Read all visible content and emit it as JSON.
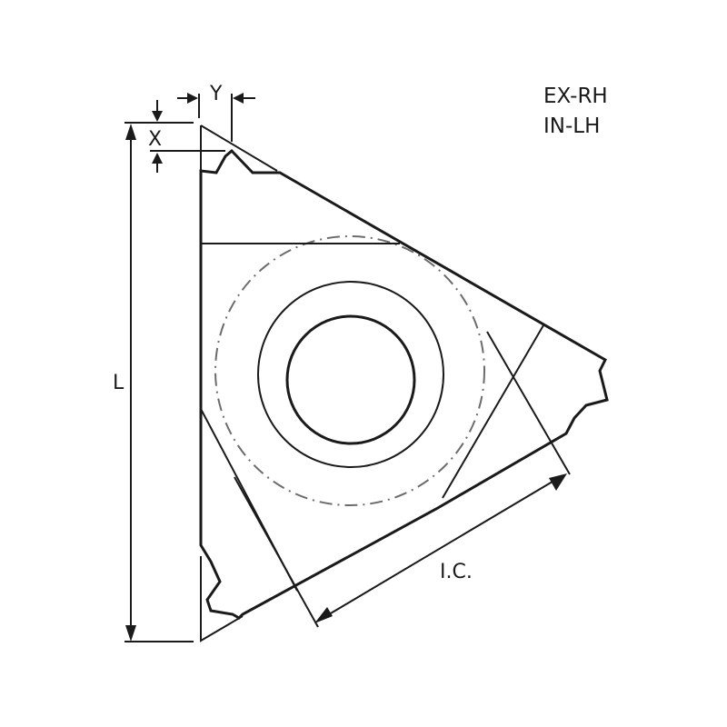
{
  "diagram": {
    "type": "threading insert technical drawing",
    "hand_designation": {
      "line1": "EX-RH",
      "line2": "IN-LH"
    },
    "dimensions": {
      "length_label": "L",
      "inscribed_circle_label": "I.C.",
      "x_label": "X",
      "y_label": "Y"
    },
    "colors": {
      "line": "#1a1a1a",
      "centerline": "#6b6b6b",
      "background": "#ffffff"
    }
  }
}
